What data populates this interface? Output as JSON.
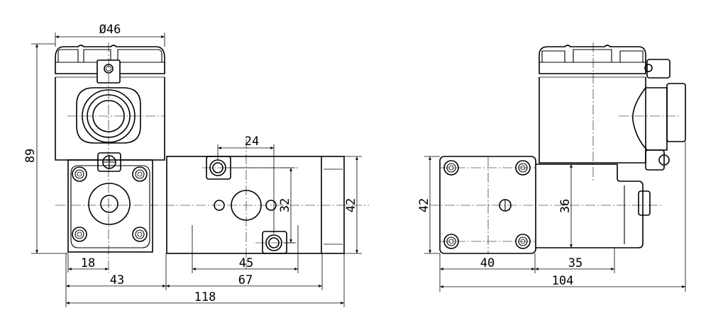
{
  "drawing": {
    "front_view": {
      "dims": {
        "body_diameter": "Ø46",
        "overall_height": "89",
        "port_spacing_horizontal": "24",
        "port_spacing_vertical": "32",
        "block_height": "42",
        "mount_offset": "18",
        "mount_hole_spacing": "45",
        "head_width": "43",
        "body_length": "67",
        "overall_length": "118"
      }
    },
    "side_view": {
      "dims": {
        "plate_height": "42",
        "coil_height": "36",
        "plate_width": "40",
        "coil_width": "35",
        "overall_width": "104"
      }
    }
  }
}
